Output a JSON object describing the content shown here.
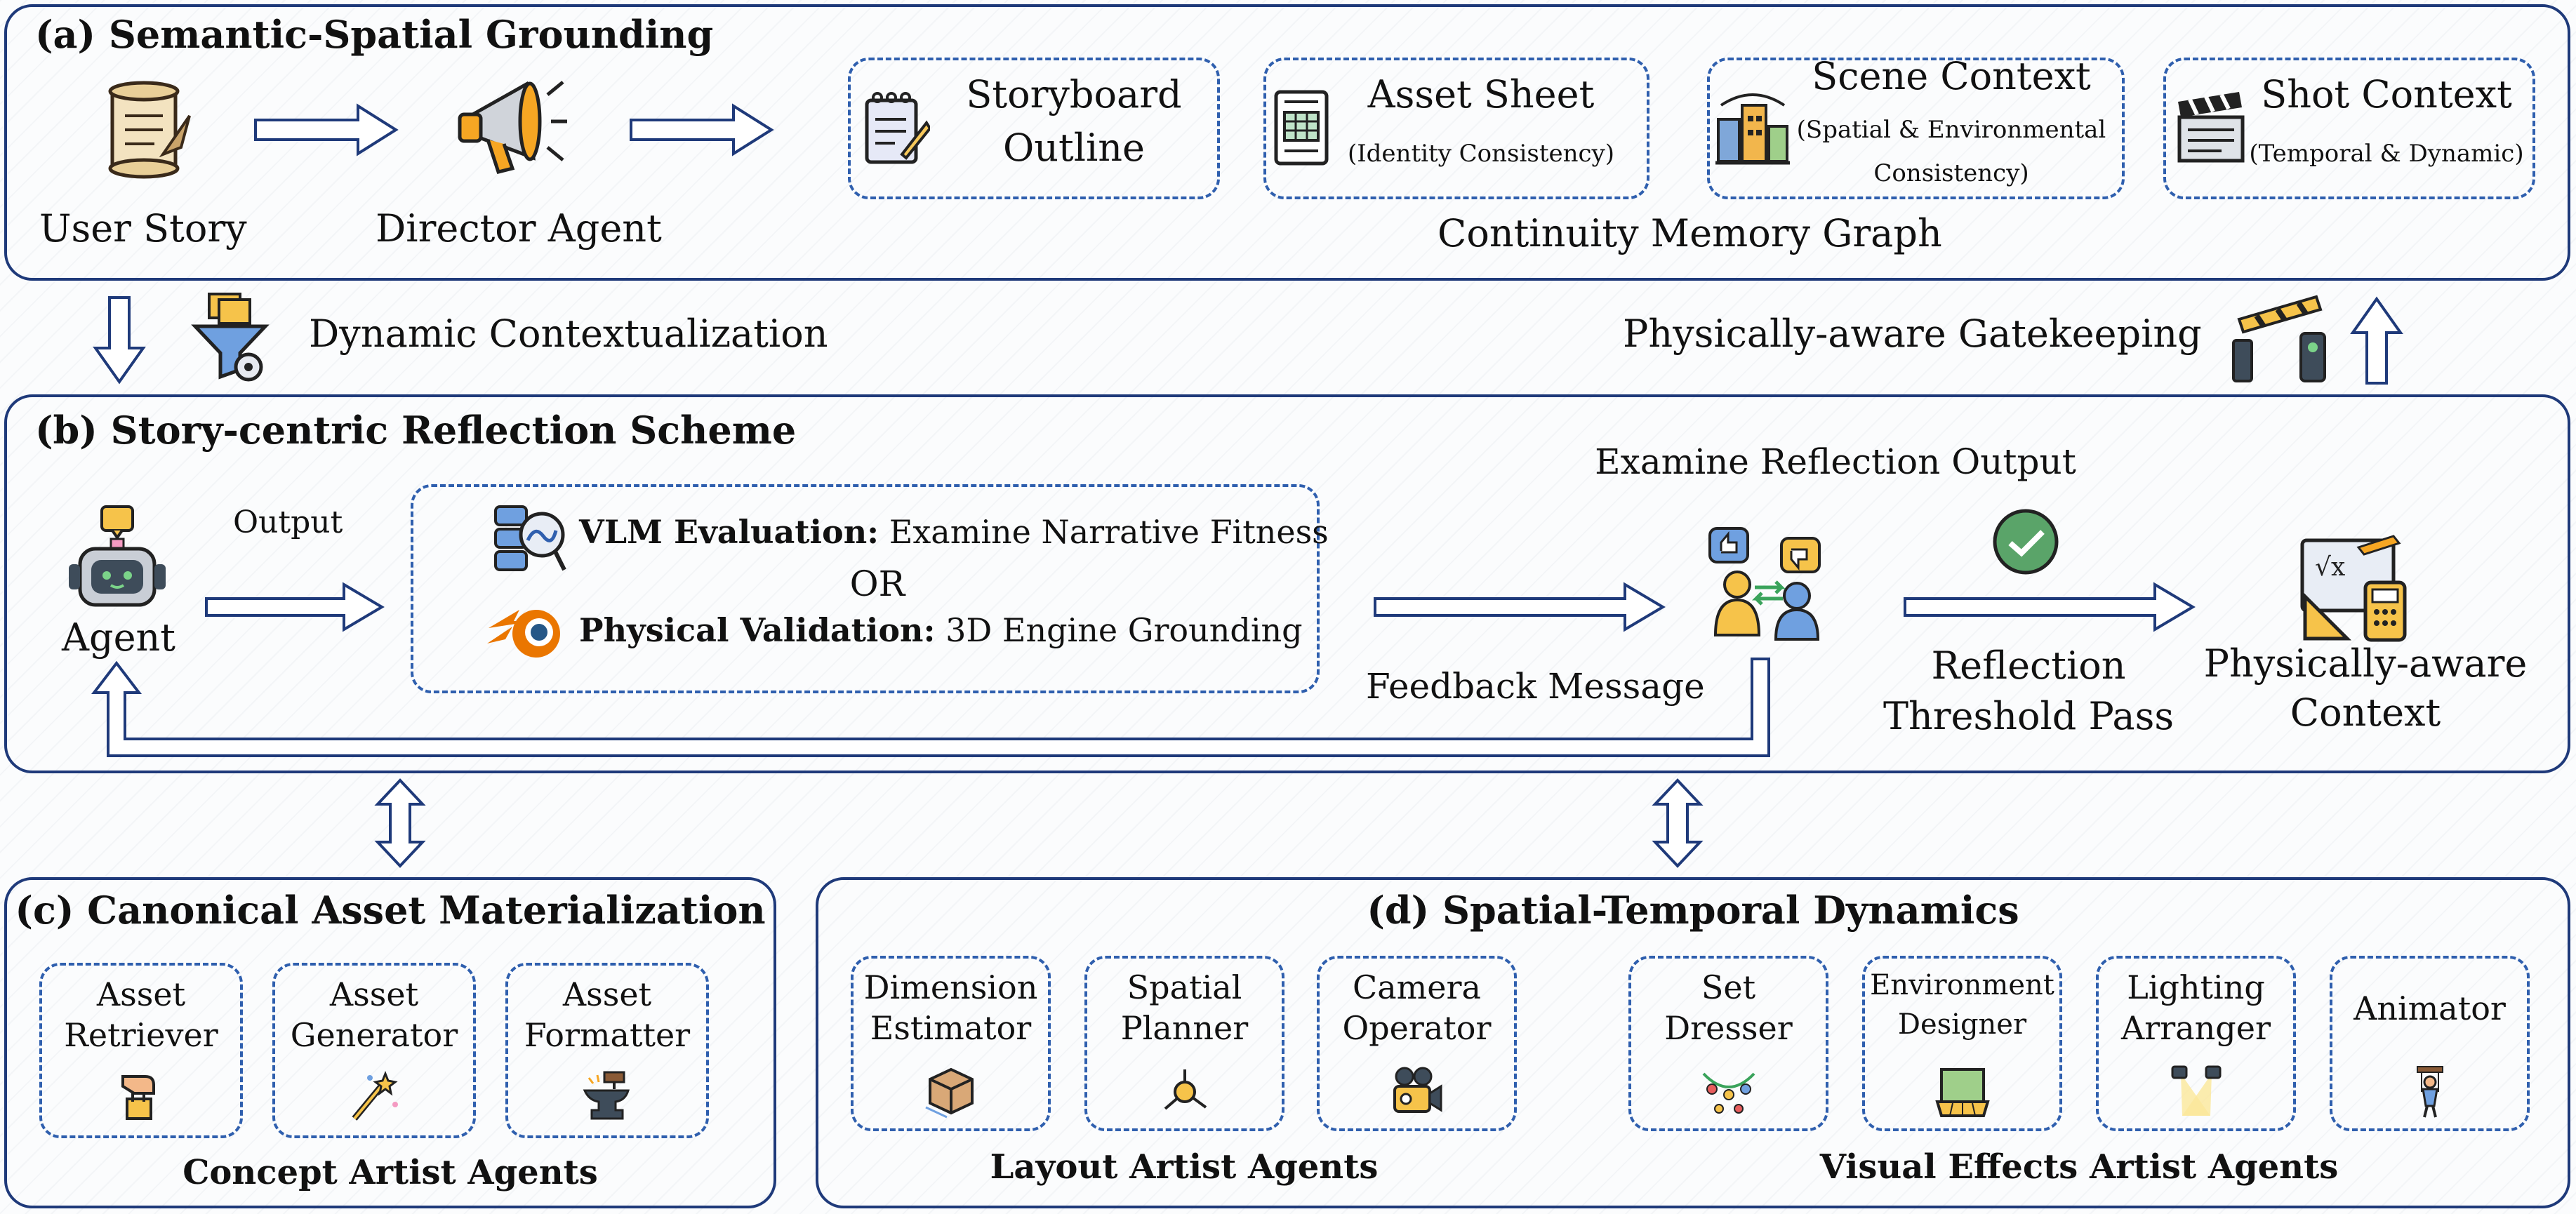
{
  "panel_a": {
    "title": "(a) Semantic-Spatial Grounding",
    "user_story": "User Story",
    "director_agent": "Director Agent",
    "storyboard": {
      "line1": "Storyboard",
      "line2": "Outline"
    },
    "asset_sheet": {
      "title": "Asset Sheet",
      "sub": "(Identity Consistency)"
    },
    "scene_context": {
      "title": "Scene Context",
      "sub1": "(Spatial & Environmental",
      "sub2": "Consistency)"
    },
    "shot_context": {
      "title": "Shot Context",
      "sub": "(Temporal & Dynamic)"
    },
    "memory_graph": "Continuity Memory Graph"
  },
  "links": {
    "dynamic_contextualization": "Dynamic Contextualization",
    "gatekeeping": "Physically-aware Gatekeeping"
  },
  "panel_b": {
    "title": "(b) Story-centric Reflection Scheme",
    "agent": "Agent",
    "output": "Output",
    "vlm_bold": "VLM Evaluation:",
    "vlm_rest": " Examine Narrative Fitness",
    "or": "OR",
    "phys_bold": "Physical Validation:",
    "phys_rest": " 3D Engine Grounding",
    "examine": "Examine Reflection Output",
    "feedback": "Feedback Message",
    "threshold1": "Reflection",
    "threshold2": "Threshold Pass",
    "context1": "Physically-aware",
    "context2": "Context"
  },
  "panel_c": {
    "title": "(c) Canonical Asset Materialization",
    "cards": [
      {
        "line1": "Asset",
        "line2": "Retriever",
        "icon": "hand-box-icon"
      },
      {
        "line1": "Asset",
        "line2": "Generator",
        "icon": "magic-wand-icon"
      },
      {
        "line1": "Asset",
        "line2": "Formatter",
        "icon": "anvil-icon"
      }
    ],
    "footer": "Concept Artist Agents"
  },
  "panel_d": {
    "title": "(d) Spatial-Temporal Dynamics",
    "layout_cards": [
      {
        "line1": "Dimension",
        "line2": "Estimator",
        "icon": "cube-measure-icon"
      },
      {
        "line1": "Spatial",
        "line2": "Planner",
        "icon": "axes-icon"
      },
      {
        "line1": "Camera",
        "line2": "Operator",
        "icon": "video-camera-icon"
      }
    ],
    "vfx_cards": [
      {
        "line1": "Set",
        "line2": "Dresser",
        "icon": "garland-icon"
      },
      {
        "line1": "Environment",
        "line2": "Designer",
        "icon": "stage-icon"
      },
      {
        "line1": "Lighting",
        "line2": "Arranger",
        "icon": "spotlights-icon"
      },
      {
        "line1": "Animator",
        "line2": "",
        "icon": "puppet-icon"
      }
    ],
    "layout_footer": "Layout Artist Agents",
    "vfx_footer": "Visual Effects Artist Agents"
  },
  "colors": {
    "panel_border": "#1f3a7a",
    "dashed_border": "#2f5fae",
    "arrow_fill": "#ffffff"
  }
}
